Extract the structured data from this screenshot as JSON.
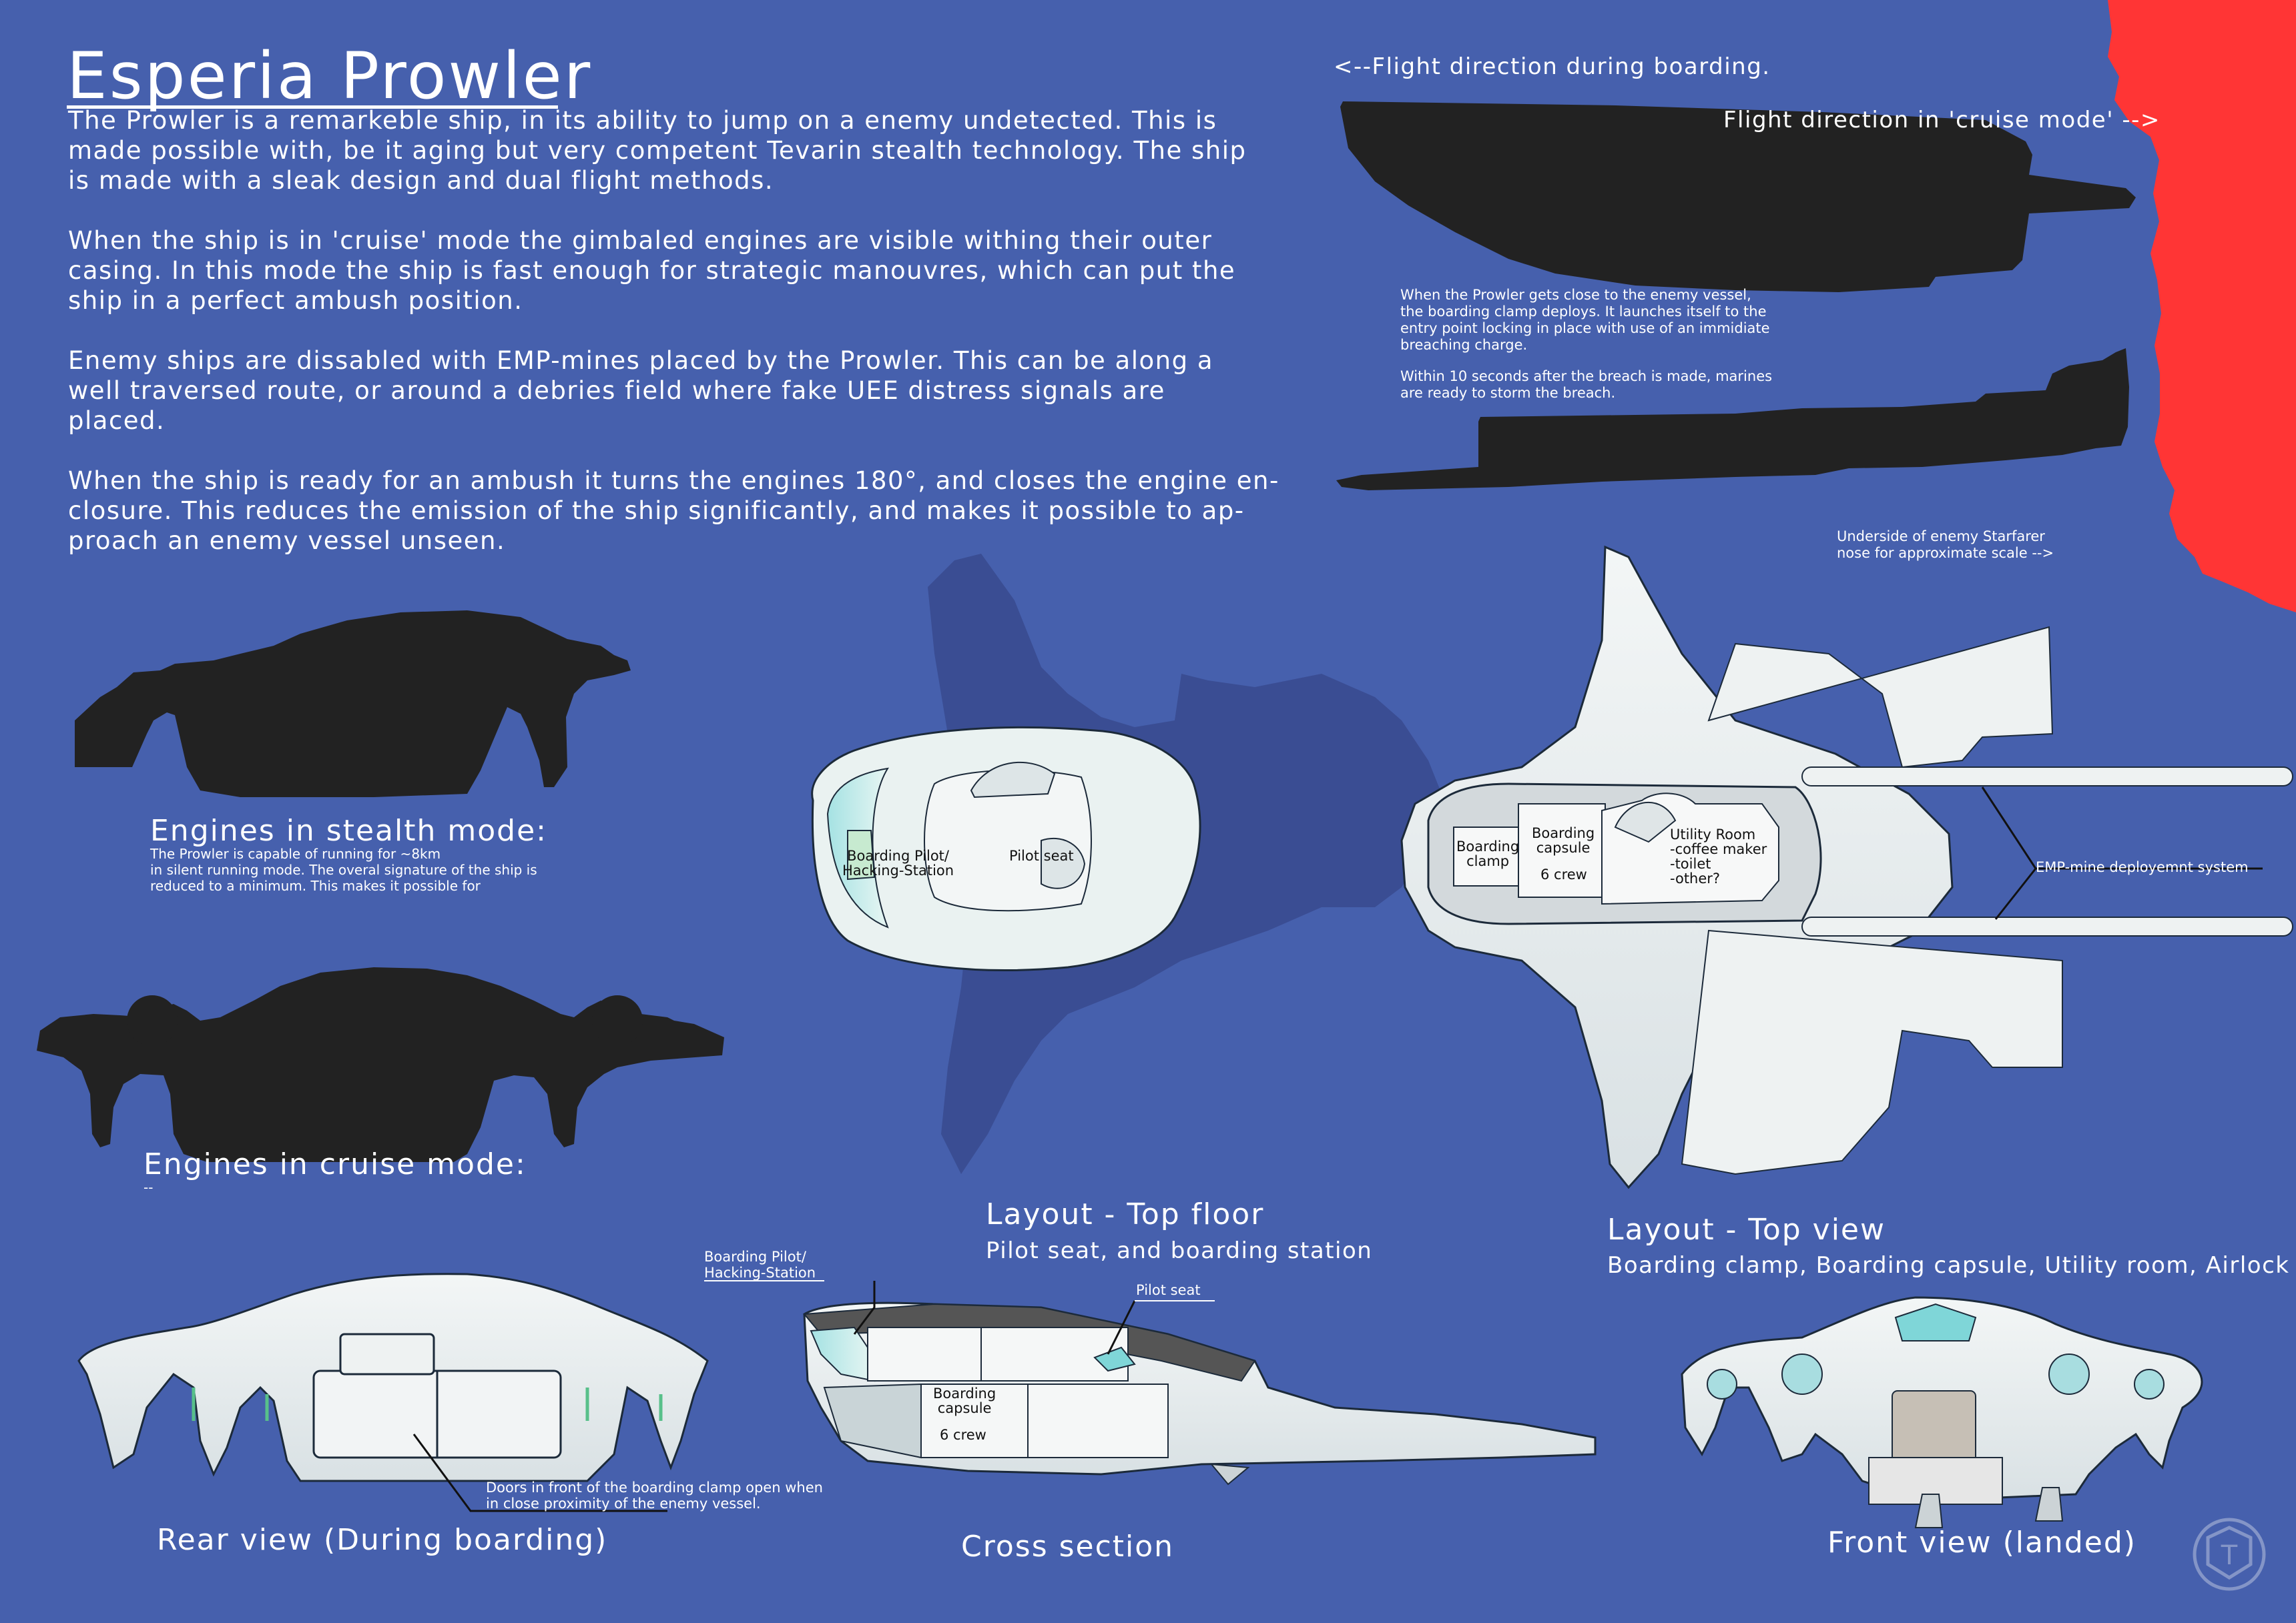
{
  "title": "Esperia Prowler",
  "intro": [
    "The Prowler is a remarkeble ship, in its ability to jump on a enemy undetected. This is\nmade possible with, be it aging but very competent Tevarin stealth technology. The ship\nis made with a sleak design and dual flight methods.",
    "When the ship is in 'cruise' mode the gimbaled engines are visible withing their outer\ncasing. In this mode the ship is fast enough for strategic manouvres, which can put the\nship in a perfect ambush position.",
    "Enemy ships are dissabled with EMP-mines placed by the Prowler. This can be along a\nwell traversed route, or around a debries field where fake UEE distress signals are\nplaced.",
    "When the ship is ready for an ambush it turns the engines 180°, and closes the engine en-\nclosure. This reduces the emission of the ship significantly, and makes it possible to ap-\nproach an enemy vessel unseen."
  ],
  "flight": {
    "boarding_direction": "<--Flight direction during boarding.",
    "cruise_direction": "Flight direction in 'cruise mode' -->",
    "boarding_note": "When the Prowler gets close to the enemy vessel,\nthe boarding clamp deploys. It launches itself to the\nentry point locking in place with use of an immidiate\nbreaching charge.",
    "marines_note": "Within 10 seconds after the breach is made, marines\nare ready to storm the breach.",
    "scale_note": "Underside of enemy Starfarer\nnose for approximate scale -->"
  },
  "stealth": {
    "heading": "Engines in stealth mode:",
    "text": "The Prowler is capable of running for ~8km\nin silent running mode. The overal signature of the ship is\nreduced to a minimum. This makes it possible for"
  },
  "cruise": {
    "heading": "Engines in cruise mode:",
    "text": "--"
  },
  "top_floor": {
    "heading": "Layout - Top floor",
    "subheading": "Pilot seat, and boarding station",
    "labels": {
      "boarding_station": "Boarding Pilot/\nHacking-Station",
      "pilot_seat": "Pilot seat"
    }
  },
  "top_view": {
    "heading": "Layout - Top view",
    "subheading": "Boarding clamp, Boarding capsule, Utility room, Airlock",
    "labels": {
      "clamp": "Boarding\nclamp",
      "capsule": "Boarding\ncapsule",
      "crew": "6 crew",
      "utility": "Utility Room\n-coffee maker\n-toilet\n-other?",
      "emp": "EMP-mine deployemnt system"
    }
  },
  "rear": {
    "caption": "Rear view (During boarding)",
    "doors_note": "Doors in front of the boarding clamp open when\nin close proximity of the enemy vessel."
  },
  "cross_section": {
    "caption": "Cross section",
    "labels": {
      "boarding_station": "Boarding Pilot/\nHacking-Station",
      "pilot_seat": "Pilot seat",
      "capsule": "Boarding\ncapsule",
      "crew": "6 crew"
    }
  },
  "front": {
    "caption": "Front view (landed)"
  },
  "colors": {
    "background": "#4660ad",
    "silhouette": "#222222",
    "shadow": "#3a4d93",
    "enemy_hull": "#ff3535",
    "sketch_fill": "#e8eef0",
    "accent_green": "#58c08a",
    "accent_teal": "#7fd6d8"
  },
  "icons": [
    "emblem-icon"
  ]
}
